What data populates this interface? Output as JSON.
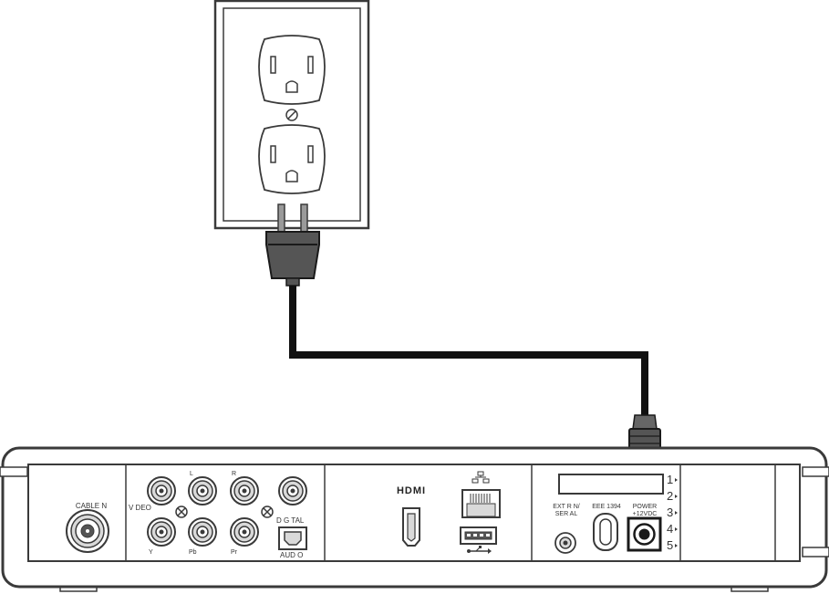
{
  "labels": {
    "cable_in": "CABLE  N",
    "video": "V DEO",
    "audio_l": "L",
    "audio_r": "R",
    "y": "Y",
    "pb": "Pb",
    "pr": "Pr",
    "digital": "D G TAL",
    "audio": "AUD O",
    "hdmi": "HDMI",
    "ext_ir_1": "EXT  R  N/",
    "ext_ir_2": "SER AL",
    "ieee": "EEE 1394",
    "power_1": "POWER",
    "power_2": "+12VDC",
    "n1": "1",
    "n2": "2",
    "n3": "3",
    "n4": "4",
    "n5": "5"
  },
  "icons": {
    "outlet": "wall-outlet-icon",
    "plug": "power-plug-icon",
    "cable": "power-cable",
    "barrel": "barrel-connector-icon",
    "usb": "usb-icon",
    "ethernet": "ethernet-port-icon",
    "coax": "coax-input-icon"
  },
  "colors": {
    "line": "#3a3a3a",
    "fill_gray": "#d9d9d9",
    "plug_fill": "#555555",
    "cable": "#111111",
    "paper": "#ffffff"
  }
}
